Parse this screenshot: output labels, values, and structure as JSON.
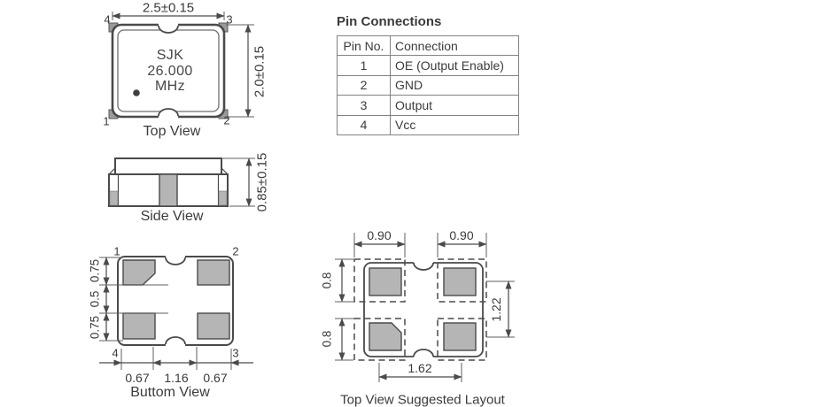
{
  "palette": {
    "bg": "#ffffff",
    "line": "#4a4a4a",
    "pad": "#b5b5b5",
    "text": "#3b3b3b"
  },
  "top_view": {
    "caption": "Top View",
    "width_dim": "2.5±0.15",
    "height_dim": "2.0±0.15",
    "chip_line1": "SJK",
    "chip_line2": "26.000",
    "chip_line3": "MHz",
    "corner_top_left": "4",
    "corner_top_right": "3",
    "corner_bottom_left": "1",
    "corner_bottom_right": "2"
  },
  "side_view": {
    "caption": "Side View",
    "height_dim": "0.85±0.15"
  },
  "bottom_view": {
    "caption": "Buttom View",
    "corner_top_left": "1",
    "corner_top_right": "2",
    "corner_bottom_left": "4",
    "corner_bottom_right": "3",
    "left_dims": [
      "0.75",
      "0.5",
      "0.75"
    ],
    "bottom_dims": [
      "0.67",
      "1.16",
      "0.67"
    ]
  },
  "pin_table": {
    "title": "Pin Connections",
    "headers": [
      "Pin No.",
      "Connection"
    ],
    "rows": [
      [
        "1",
        "OE (Output Enable)"
      ],
      [
        "2",
        "GND"
      ],
      [
        "3",
        "Output"
      ],
      [
        "4",
        "Vcc"
      ]
    ]
  },
  "layout_view": {
    "caption": "Top View Suggested Layout",
    "top_dims": [
      "0.90",
      "0.90"
    ],
    "left_dims": [
      "0.8",
      "0.8"
    ],
    "right_dim": "1.22",
    "bottom_dim": "1.62"
  }
}
